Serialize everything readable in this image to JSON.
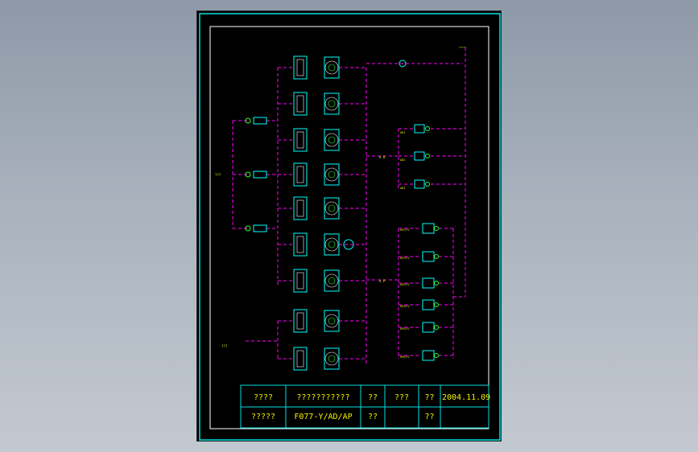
{
  "diagram": {
    "title_block": {
      "row1": [
        "????",
        "???????????",
        "??",
        "???",
        "??",
        "2004.11.09"
      ],
      "row2": [
        "?????",
        "F077-Y/AD/AP",
        "??",
        "",
        "??",
        ""
      ]
    },
    "left_labels": [
      "???",
      "???"
    ],
    "bus_labels": [
      "A D",
      "A P"
    ],
    "ad_labels": [
      "AD1",
      "AD2",
      "AD3"
    ],
    "ap_labels": [
      "AP1/F2",
      "AP2/F2",
      "AP3/F2",
      "AP4/F2",
      "AP5/F2",
      "AP6/F2"
    ],
    "top_right_label": "?????",
    "colors": {
      "frame": "#00e0e0",
      "line": "#ff00ff",
      "text": "#f2f200",
      "symbol": "#00ffff",
      "accent": "#33ff33"
    }
  }
}
